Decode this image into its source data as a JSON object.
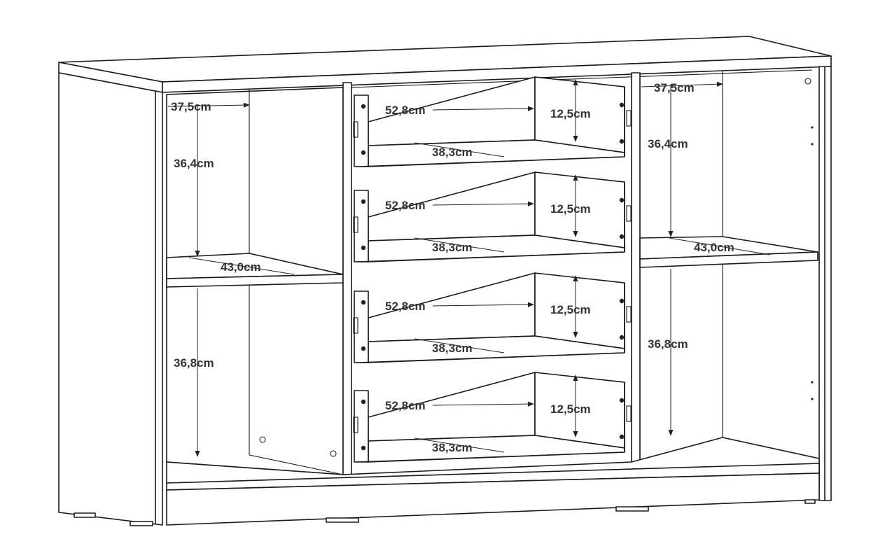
{
  "labels": {
    "left_width": "37,5cm",
    "left_upper_height": "36,4cm",
    "left_depth": "43,0cm",
    "left_lower_height": "36,8cm",
    "right_width": "37,5cm",
    "right_upper_height": "36,4cm",
    "right_depth": "43,0cm",
    "right_lower_height": "36,8cm",
    "drawers": [
      {
        "width": "52,8cm",
        "height": "12,5cm",
        "depth": "38,3cm"
      },
      {
        "width": "52,8cm",
        "height": "12,5cm",
        "depth": "38,3cm"
      },
      {
        "width": "52,8cm",
        "height": "12,5cm",
        "depth": "38,3cm"
      },
      {
        "width": "52,8cm",
        "height": "12,5cm",
        "depth": "38,3cm"
      }
    ]
  }
}
